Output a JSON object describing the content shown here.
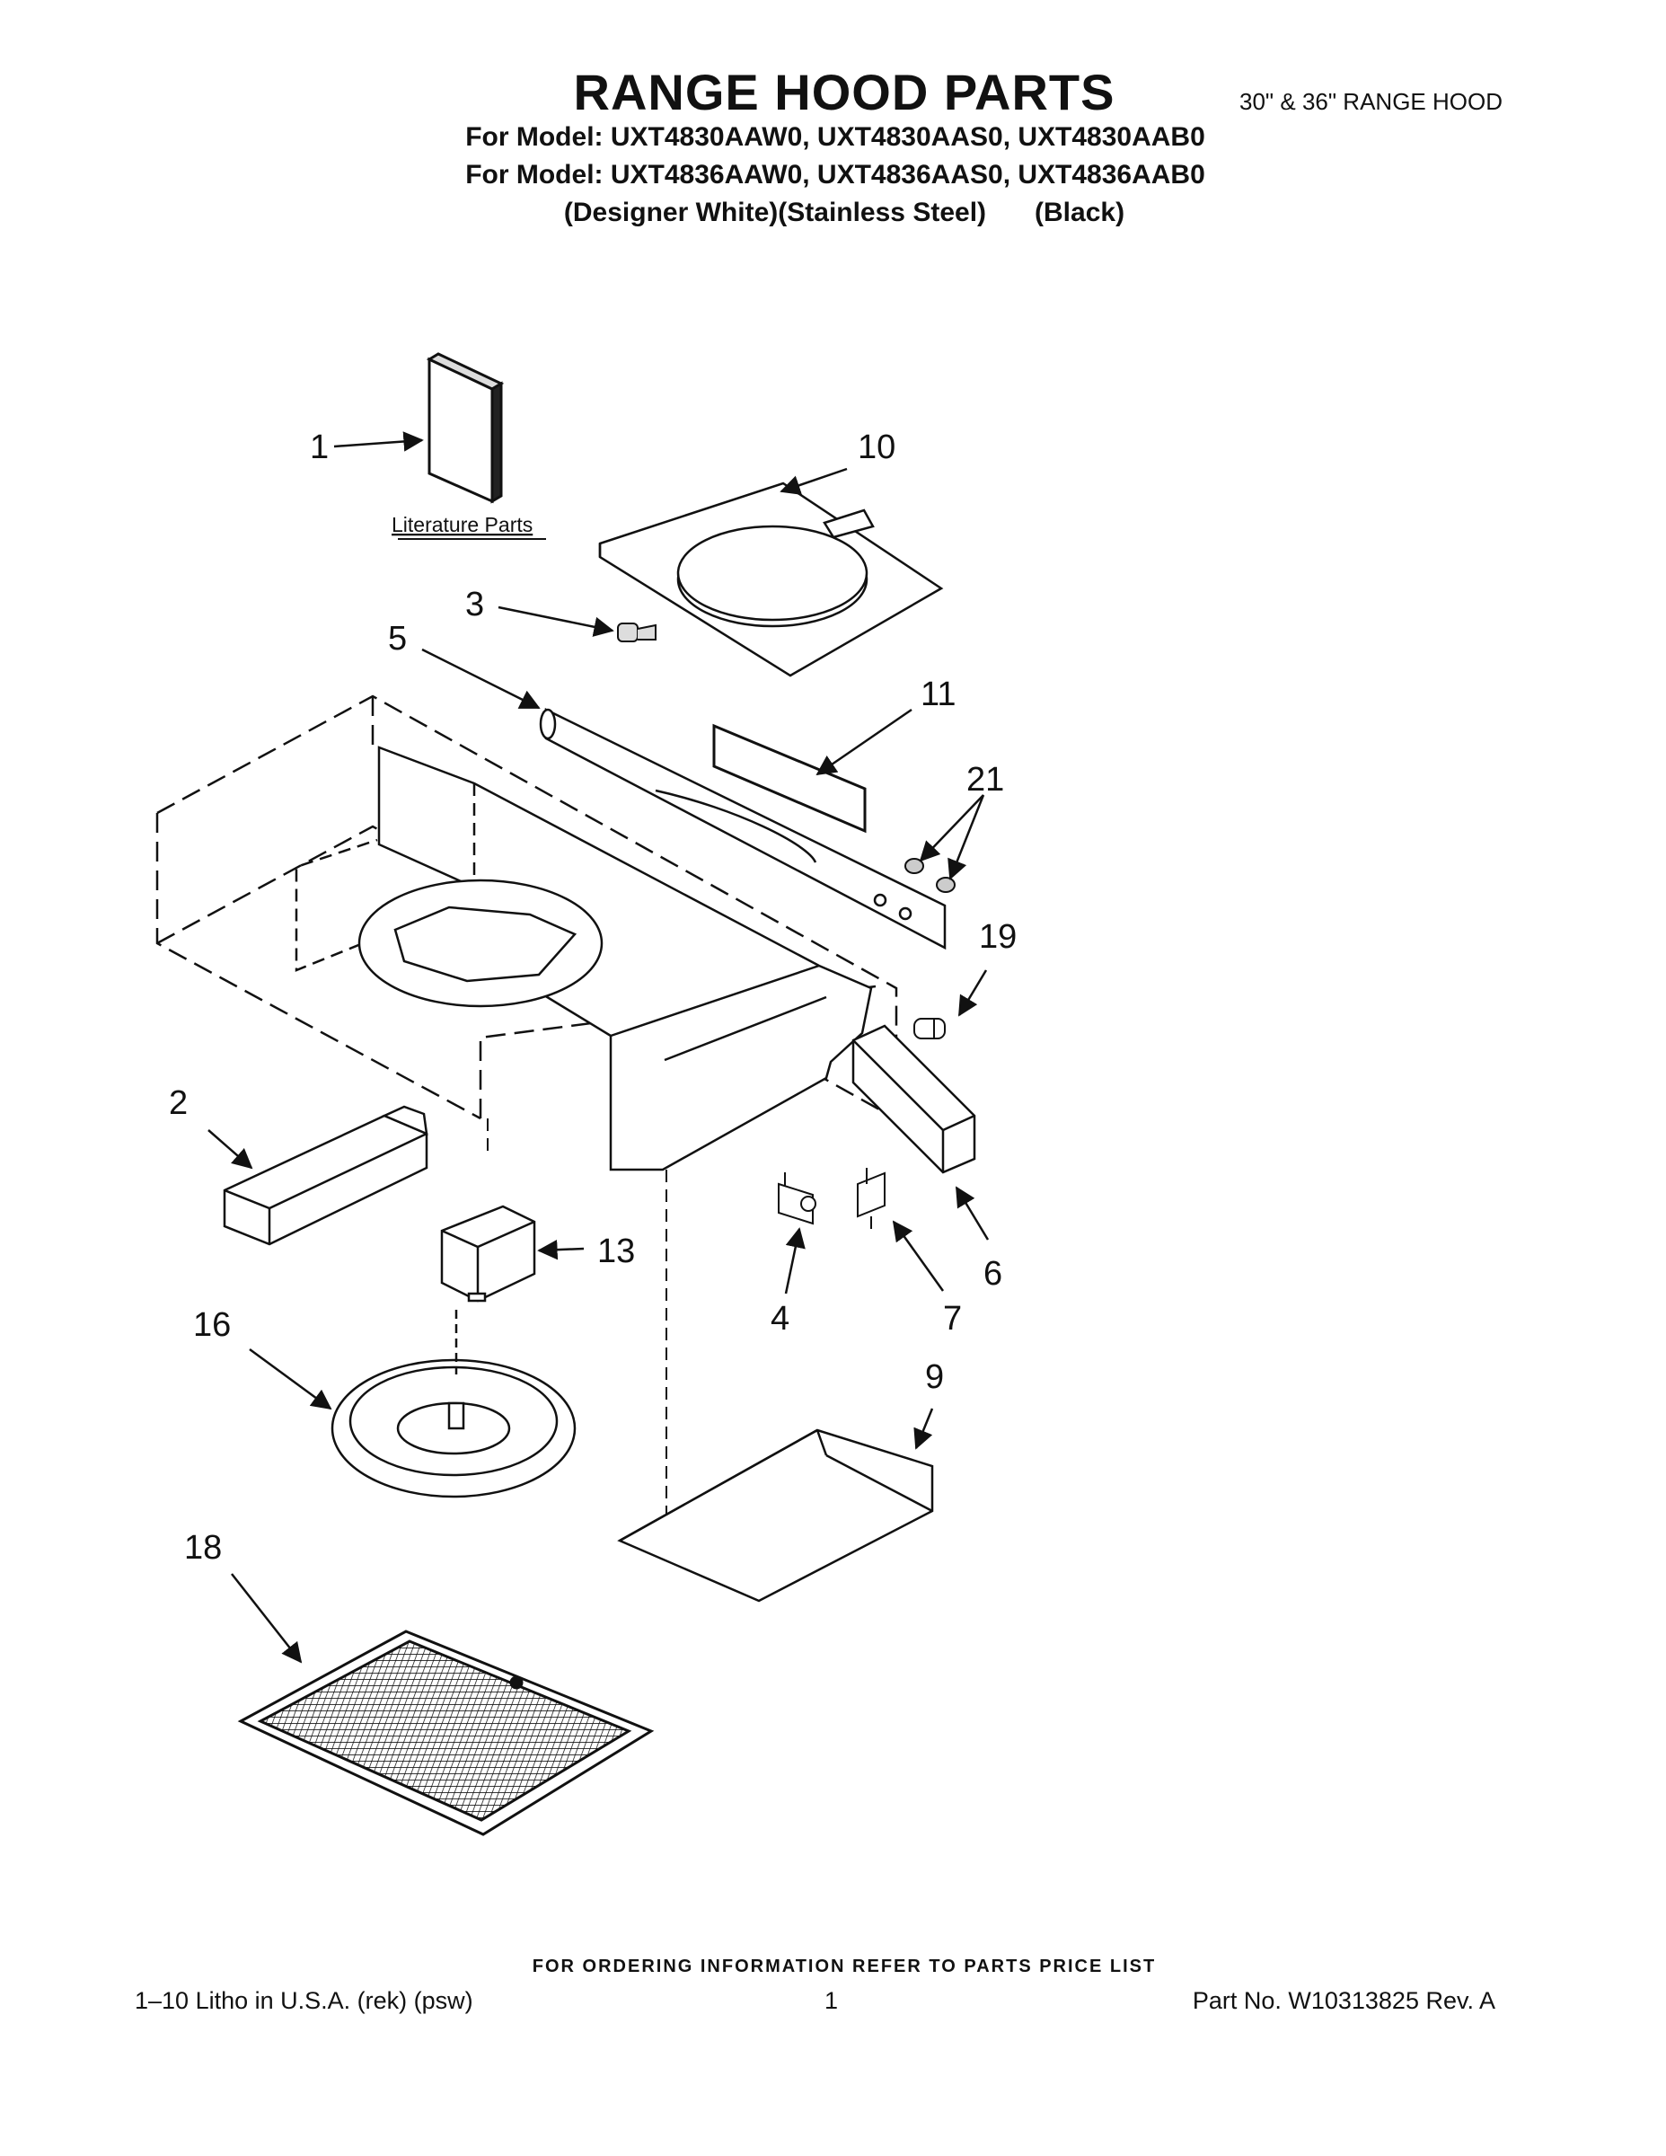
{
  "header": {
    "title": "RANGE HOOD PARTS",
    "doc_ref": "30\" & 36\" RANGE HOOD",
    "model_line_1": "For Model: UXT4830AAW0, UXT4830AAS0, UXT4830AAB0",
    "model_line_2": "For Model: UXT4836AAW0, UXT4836AAS0, UXT4836AAB0",
    "color_1": "(Designer White)",
    "color_2": "(Stainless Steel)",
    "color_3": "(Black)"
  },
  "diagram": {
    "literature_label": "Literature Parts",
    "callouts": {
      "c1": "1",
      "c2": "2",
      "c3": "3",
      "c4": "4",
      "c5": "5",
      "c6": "6",
      "c7": "7",
      "c9": "9",
      "c10": "10",
      "c11": "11",
      "c13": "13",
      "c16": "16",
      "c18": "18",
      "c19": "19",
      "c21": "21"
    }
  },
  "footer": {
    "order_note": "FOR ORDERING INFORMATION REFER TO PARTS PRICE LIST",
    "litho": "1–10 Litho in U.S.A. (rek) (psw)",
    "page_number": "1",
    "part_no": "Part No. W10313825 Rev. A"
  }
}
